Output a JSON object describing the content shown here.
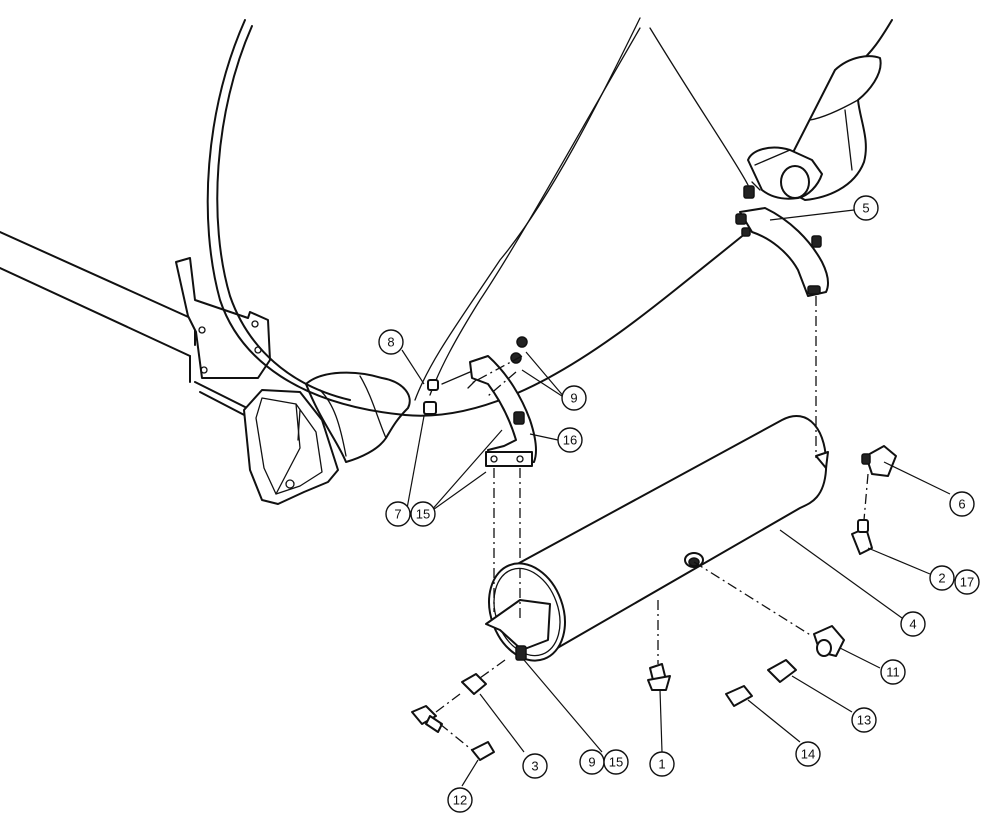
{
  "diagram": {
    "callouts": [
      {
        "id": "c5",
        "label": "5"
      },
      {
        "id": "c8",
        "label": "8"
      },
      {
        "id": "c9a",
        "label": "9"
      },
      {
        "id": "c16",
        "label": "16"
      },
      {
        "id": "c7",
        "label": "7"
      },
      {
        "id": "c15a",
        "label": "15"
      },
      {
        "id": "c6",
        "label": "6"
      },
      {
        "id": "c2",
        "label": "2"
      },
      {
        "id": "c17",
        "label": "17"
      },
      {
        "id": "c4",
        "label": "4"
      },
      {
        "id": "c11",
        "label": "11"
      },
      {
        "id": "c13",
        "label": "13"
      },
      {
        "id": "c14",
        "label": "14"
      },
      {
        "id": "c1",
        "label": "1"
      },
      {
        "id": "c9b",
        "label": "9"
      },
      {
        "id": "c15b",
        "label": "15"
      },
      {
        "id": "c3",
        "label": "3"
      },
      {
        "id": "c12",
        "label": "12"
      }
    ]
  }
}
